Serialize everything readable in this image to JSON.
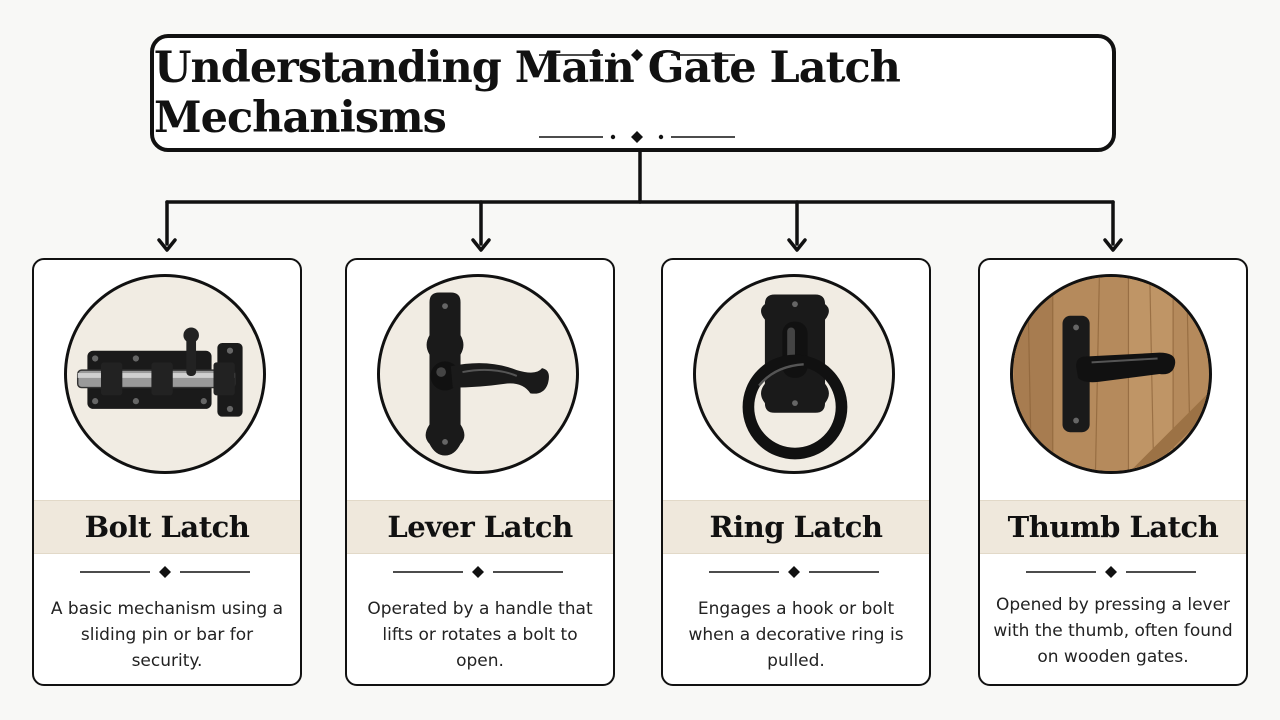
{
  "title": "Understanding Main Gate Latch Mechanisms",
  "cards": [
    {
      "label": "Bolt Latch",
      "description": "A basic mechanism using a sliding pin or bar for security.",
      "icon": "bolt-latch-icon"
    },
    {
      "label": "Lever Latch",
      "description": "Operated by a handle that lifts or rotates a bolt to open.",
      "icon": "lever-latch-icon"
    },
    {
      "label": "Ring Latch",
      "description": "Engages a hook or bolt when a decorative ring is pulled.",
      "icon": "ring-latch-icon"
    },
    {
      "label": "Thumb Latch",
      "description": "Opened by pressing a lever with the thumb, often found on wooden gates.",
      "icon": "thumb-latch-icon"
    }
  ],
  "colors": {
    "ink": "#111111",
    "band": "#efe8dc",
    "circle_fill": "#f1ece3",
    "wood": "#b58a5c"
  }
}
